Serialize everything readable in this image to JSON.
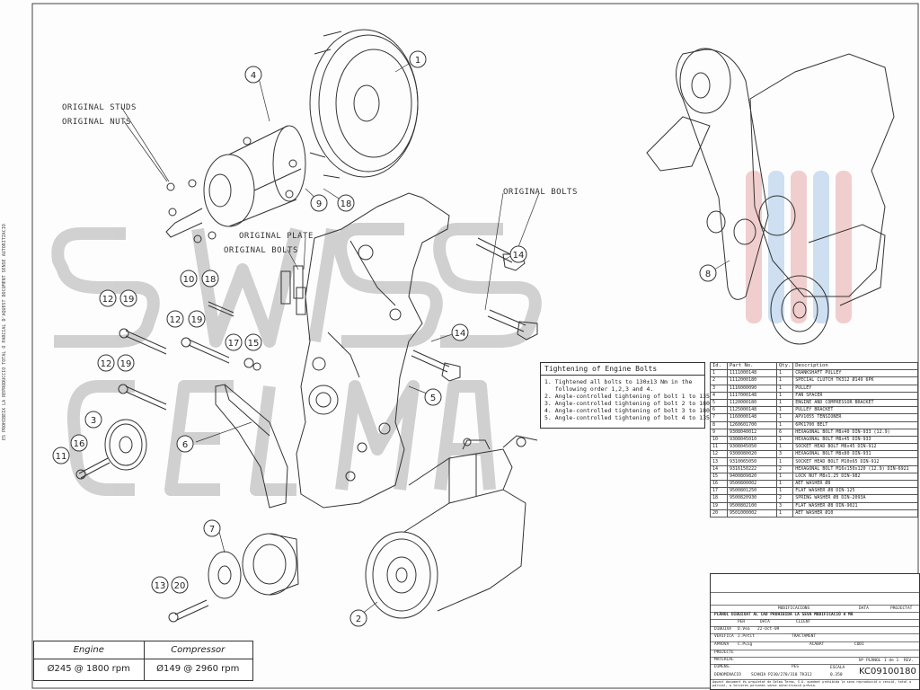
{
  "colors": {
    "line": "#333333",
    "watermark": "#bdbdbd",
    "accent_red": "#e8a0a0",
    "accent_blue": "#a8c8e8"
  },
  "labels": {
    "original_studs": "ORIGINAL STUDS",
    "original_nuts": "ORIGINAL NUTS",
    "original_plate": "ORIGINAL PLATE",
    "original_bolts_left": "ORIGINAL BOLTS",
    "original_bolts_right": "ORIGINAL BOLTS"
  },
  "balloons": [
    "1",
    "2",
    "3",
    "4",
    "5",
    "6",
    "7",
    "8",
    "9",
    "10",
    "11",
    "12",
    "12",
    "12",
    "13",
    "14",
    "14",
    "15",
    "16",
    "17",
    "18",
    "18",
    "19",
    "19",
    "19",
    "20"
  ],
  "side_note": "ES PROHIBEIX LA REPRODUCCIO TOTAL O PARCIAL D'AQUEST DOCUMENT SENSE AUTORITZACIO",
  "tightening": {
    "title": "Tightening of Engine Bolts",
    "lines": [
      "1. Tightened all bolts to 130±13 Nm in the",
      "   following order 1,2,3 and 4.",
      "2. Angle-controlled tightening of bolt 1 to 135deg",
      "3. Angle-controlled tightening of bolt 2 to 180deg",
      "4. Angle-controlled tightening of bolt 3 to 180deg",
      "5. Angle-controlled tightening of bolt 4 to 135deg."
    ]
  },
  "parts_table": {
    "headers": [
      "Id.",
      "Part No.",
      "Qty.",
      "Description"
    ],
    "rows": [
      [
        "1",
        "1111000148",
        "1",
        "CRANKSHAFT PULLEY"
      ],
      [
        "2",
        "1112000180",
        "1",
        "SPECIAL CLUTCH TK312 Ø149 6PK"
      ],
      [
        "3",
        "1116000090",
        "1",
        "PULLEY"
      ],
      [
        "4",
        "1117000148",
        "1",
        "FAN SPACER"
      ],
      [
        "5",
        "1120000180",
        "1",
        "ENGINE AND COMPRESSOR BRACKET"
      ],
      [
        "6",
        "1125000148",
        "1",
        "PULLEY BRACKET"
      ],
      [
        "7",
        "1160000148",
        "1",
        "APV1055 TENSIONER"
      ],
      [
        "8",
        "1260601700",
        "1",
        "6PK1700 BELT"
      ],
      [
        "9",
        "9308040012",
        "6",
        "HEXAGONAL BOLT M8x40 DIN-933 (12.9)"
      ],
      [
        "10",
        "9308045010",
        "1",
        "HEXAGONAL BOLT M8x45 DIN-933"
      ],
      [
        "11",
        "9308045050",
        "1",
        "SOCKET HEAD BOLT M8x45 DIN-912"
      ],
      [
        "12",
        "9308080020",
        "3",
        "HEXAGONAL BOLT M8x80 DIN-931"
      ],
      [
        "13",
        "9310065050",
        "1",
        "SOCKET HEAD BOLT M10x65 DIN-912"
      ],
      [
        "14",
        "9316150222",
        "2",
        "HEXAGONAL BOLT M16x150x120 (12.9) DIN-6921"
      ],
      [
        "15",
        "9400809820",
        "1",
        "LOCK NUT M8x1.25 DIN-982"
      ],
      [
        "16",
        "9500800002",
        "1",
        "AET WASHER Ø8"
      ],
      [
        "17",
        "9500801250",
        "1",
        "FLAT WASHER Ø8 DIN-125"
      ],
      [
        "18",
        "9500820930",
        "2",
        "SPRING WASHER Ø8 DIN-2093A"
      ],
      [
        "19",
        "9500802100",
        "3",
        "FLAT WASHER Ø8 DIN-9021"
      ],
      [
        "20",
        "9501000002",
        "1",
        "AET WASHER Ø10"
      ]
    ]
  },
  "title_block": {
    "modificacions": "MODIFICACIONS",
    "data": "DATA",
    "projectat": "PROJECTAT",
    "warning": "PLÀNOL DIBUIXAT AL CAD PROHIBIDA LA SEVA MODIFICACIÓ A MÀ",
    "dibuixa": "DIBUIXA",
    "dibuixa_name": "D.Vea",
    "dibuixa_date": "22-Oct-09",
    "verifica": "VERIFICA",
    "verifica_name": "J.Petit",
    "aprova": "APROVA",
    "aprova_name": "C.Puig",
    "per": "PER",
    "data2": "DATA",
    "client": "CLIENT",
    "tractament": "TRACTAMENT",
    "projecte": "PROJECTE",
    "acabat": "ACABAT",
    "codi": "CODI",
    "material": "MATERIAL",
    "dimens": "DIMENS.",
    "pes": "PES",
    "denominacio": "DENOMINACIÓ",
    "denominacio_value": "SCANIA P230/270/310 TK312",
    "escala": "ESCALA",
    "escala_value": "0.350",
    "plano_label": "Nº PLÀNOL",
    "sheet": "1 de 1",
    "rev": "REV.",
    "drawing_no": "KC09100180",
    "footer": "Aquest document és propietat de Gelma Termo, S.A. quedant prohibida la seva reproducció o cessió, total o parcial, a terceres persones sense autorització prèvia."
  },
  "speeds": {
    "engine_label": "Engine",
    "engine_value": "Ø245 @ 1800 rpm",
    "compressor_label": "Compressor",
    "compressor_value": "Ø149 @ 2960 rpm"
  }
}
